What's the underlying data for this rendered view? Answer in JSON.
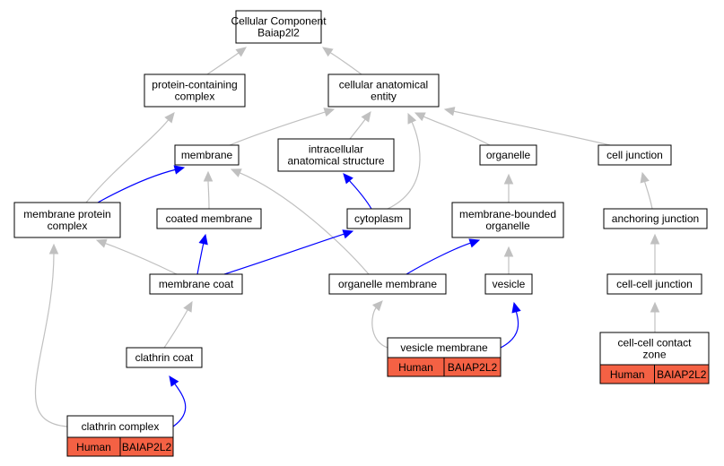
{
  "colors": {
    "is_a_edge": "#c0c0c0",
    "part_of_edge": "#0000ff",
    "annotation_fill": "#f46144",
    "node_fill": "#ffffff"
  },
  "nodes": {
    "root": {
      "lines": [
        "Cellular Component",
        "Baiap2l2"
      ]
    },
    "protein_containing_complex": {
      "lines": [
        "protein-containing",
        "complex"
      ]
    },
    "cellular_anatomical_entity": {
      "lines": [
        "cellular anatomical",
        "entity"
      ]
    },
    "membrane": {
      "lines": [
        "membrane"
      ]
    },
    "intracellular_anatomical_structure": {
      "lines": [
        "intracellular",
        "anatomical structure"
      ]
    },
    "organelle": {
      "lines": [
        "organelle"
      ]
    },
    "cell_junction": {
      "lines": [
        "cell junction"
      ]
    },
    "membrane_protein_complex": {
      "lines": [
        "membrane protein",
        "complex"
      ]
    },
    "coated_membrane": {
      "lines": [
        "coated membrane"
      ]
    },
    "cytoplasm": {
      "lines": [
        "cytoplasm"
      ]
    },
    "membrane_bounded_organelle": {
      "lines": [
        "membrane-bounded",
        "organelle"
      ]
    },
    "anchoring_junction": {
      "lines": [
        "anchoring junction"
      ]
    },
    "membrane_coat": {
      "lines": [
        "membrane coat"
      ]
    },
    "organelle_membrane": {
      "lines": [
        "organelle membrane"
      ]
    },
    "vesicle": {
      "lines": [
        "vesicle"
      ]
    },
    "cell_cell_junction": {
      "lines": [
        "cell-cell junction"
      ]
    },
    "clathrin_coat": {
      "lines": [
        "clathrin coat"
      ]
    },
    "vesicle_membrane": {
      "lines": [
        "vesicle membrane"
      ],
      "annotation": {
        "species": "Human",
        "gene": "BAIAP2L2"
      }
    },
    "cell_cell_contact_zone": {
      "lines": [
        "cell-cell contact",
        "zone"
      ],
      "annotation": {
        "species": "Human",
        "gene": "BAIAP2L2"
      }
    },
    "clathrin_complex": {
      "lines": [
        "clathrin complex"
      ],
      "annotation": {
        "species": "Human",
        "gene": "BAIAP2L2"
      }
    }
  },
  "edges": [
    {
      "from": "protein_containing_complex",
      "to": "root",
      "type": "is_a"
    },
    {
      "from": "cellular_anatomical_entity",
      "to": "root",
      "type": "is_a"
    },
    {
      "from": "membrane_protein_complex",
      "to": "protein_containing_complex",
      "type": "is_a"
    },
    {
      "from": "membrane",
      "to": "cellular_anatomical_entity",
      "type": "is_a"
    },
    {
      "from": "intracellular_anatomical_structure",
      "to": "cellular_anatomical_entity",
      "type": "is_a"
    },
    {
      "from": "cytoplasm",
      "to": "cellular_anatomical_entity",
      "type": "is_a"
    },
    {
      "from": "organelle",
      "to": "cellular_anatomical_entity",
      "type": "is_a"
    },
    {
      "from": "cell_junction",
      "to": "cellular_anatomical_entity",
      "type": "is_a"
    },
    {
      "from": "membrane_protein_complex",
      "to": "membrane",
      "type": "part_of"
    },
    {
      "from": "coated_membrane",
      "to": "membrane",
      "type": "is_a"
    },
    {
      "from": "organelle_membrane",
      "to": "membrane",
      "type": "is_a"
    },
    {
      "from": "cytoplasm",
      "to": "intracellular_anatomical_structure",
      "type": "part_of"
    },
    {
      "from": "membrane_bounded_organelle",
      "to": "organelle",
      "type": "is_a"
    },
    {
      "from": "anchoring_junction",
      "to": "cell_junction",
      "type": "is_a"
    },
    {
      "from": "membrane_coat",
      "to": "membrane_protein_complex",
      "type": "is_a"
    },
    {
      "from": "membrane_coat",
      "to": "coated_membrane",
      "type": "part_of"
    },
    {
      "from": "membrane_coat",
      "to": "cytoplasm",
      "type": "part_of"
    },
    {
      "from": "organelle_membrane",
      "to": "membrane_bounded_organelle",
      "type": "part_of"
    },
    {
      "from": "vesicle",
      "to": "membrane_bounded_organelle",
      "type": "is_a"
    },
    {
      "from": "cell_cell_junction",
      "to": "anchoring_junction",
      "type": "is_a"
    },
    {
      "from": "clathrin_coat",
      "to": "membrane_coat",
      "type": "is_a"
    },
    {
      "from": "vesicle_membrane",
      "to": "organelle_membrane",
      "type": "is_a"
    },
    {
      "from": "vesicle_membrane",
      "to": "vesicle",
      "type": "part_of"
    },
    {
      "from": "cell_cell_contact_zone",
      "to": "cell_cell_junction",
      "type": "is_a"
    },
    {
      "from": "clathrin_complex",
      "to": "clathrin_coat",
      "type": "part_of"
    },
    {
      "from": "clathrin_complex",
      "to": "membrane_protein_complex",
      "type": "is_a"
    }
  ]
}
